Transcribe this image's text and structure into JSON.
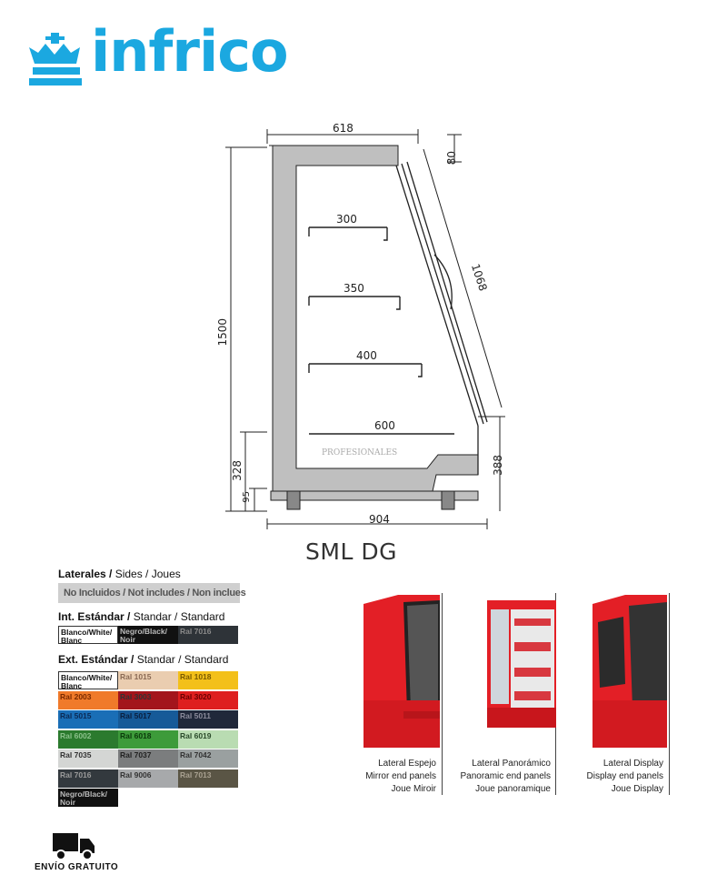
{
  "brand": {
    "name": "infrico",
    "color": "#1ba8e0",
    "icon": "crown-icon"
  },
  "drawing": {
    "model": "SML DG",
    "watermark": "PROFESIONALES",
    "dimensions": {
      "top_width": "618",
      "top_offset": "80",
      "glass_length": "1068",
      "height": "1500",
      "shelf_1": "300",
      "shelf_2": "350",
      "shelf_3": "400",
      "base_shelf": "600",
      "left_lower": "328",
      "left_foot": "95",
      "right_lower": "388",
      "base_width": "904"
    }
  },
  "options": {
    "sides": {
      "title_bold": "Laterales /",
      "title_rest": " Sides / Joues",
      "value": "No Incluidos / Not includes / Non inclues"
    },
    "int_standard": {
      "title_bold": "Int. Estándar /",
      "title_rest": " Standar / Standard",
      "swatches": [
        {
          "label": "Blanco/White/ Blanc",
          "color": "#ffffff",
          "text": "#111111"
        },
        {
          "label": "Negro/Black/ Noir",
          "color": "#111111",
          "text": "#bbbbbb"
        },
        {
          "label": "Ral 7016",
          "color": "#2e3338",
          "text": "#8a8a8a"
        }
      ]
    },
    "ext_standard": {
      "title_bold": "Ext. Estándar /",
      "title_rest": " Standar / Standard",
      "swatches": [
        {
          "label": "Blanco/White/ Blanc",
          "color": "#ffffff",
          "text": "#111111"
        },
        {
          "label": "Ral 1015",
          "color": "#eacdb0",
          "text": "#8a6a55"
        },
        {
          "label": "Ral 1018",
          "color": "#f3c01a",
          "text": "#7a5a00"
        },
        {
          "label": "Ral 2003",
          "color": "#f07a2a",
          "text": "#7a2a00"
        },
        {
          "label": "Ral 3003",
          "color": "#a3151c",
          "text": "#333333"
        },
        {
          "label": "Ral 3020",
          "color": "#de1f1f",
          "text": "#6a0000"
        },
        {
          "label": "Ral 5015",
          "color": "#1a6eb6",
          "text": "#0b2a55"
        },
        {
          "label": "Ral 5017",
          "color": "#165a98",
          "text": "#0a2040"
        },
        {
          "label": "Ral 5011",
          "color": "#20283a",
          "text": "#8a8a9a"
        },
        {
          "label": "Ral 6002",
          "color": "#2b7a2e",
          "text": "#8ac08a"
        },
        {
          "label": "Ral 6018",
          "color": "#3d9b3a",
          "text": "#0a3a0a"
        },
        {
          "label": "Ral 6019",
          "color": "#b9dcb2",
          "text": "#2a4a2a"
        },
        {
          "label": "Ral 7035",
          "color": "#d4d6d4",
          "text": "#333333"
        },
        {
          "label": "Ral 7037",
          "color": "#7b7d7e",
          "text": "#222222"
        },
        {
          "label": "Ral 7042",
          "color": "#9aa0a0",
          "text": "#333333"
        },
        {
          "label": "Ral 7016",
          "color": "#33393e",
          "text": "#9a9a9a"
        },
        {
          "label": "Ral 9006",
          "color": "#a7a9ab",
          "text": "#333333"
        },
        {
          "label": "Ral 7013",
          "color": "#5a5545",
          "text": "#a8a090"
        },
        {
          "label": "Negro/Black/ Noir",
          "color": "#111111",
          "text": "#bbbbbb"
        }
      ]
    }
  },
  "end_panels": [
    {
      "line1": "Lateral Espejo",
      "line2": "Mirror end panels",
      "line3": "Joue Miroir"
    },
    {
      "line1": "Lateral Panorámico",
      "line2": "Panoramic end panels",
      "line3": "Joue panoramique"
    },
    {
      "line1": "Lateral Display",
      "line2": "Display end panels",
      "line3": "Joue Display"
    }
  ],
  "shipping": {
    "label": "ENVÍO GRATUITO",
    "icon": "truck-icon"
  }
}
